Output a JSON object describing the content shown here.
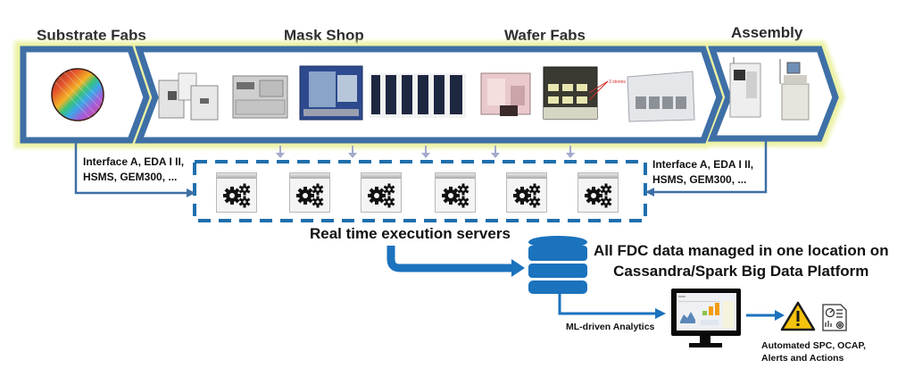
{
  "stages": [
    {
      "id": "substrate-fabs",
      "label": "Substrate Fabs",
      "equipment": [
        "wafer"
      ]
    },
    {
      "id": "mask-shop",
      "label": "Mask Shop",
      "equipment": [
        "litho-cluster",
        "mask-writer",
        "mask-inspection-tool",
        "stocker-racks"
      ]
    },
    {
      "id": "wafer-fabs",
      "label": "Wafer Fabs",
      "equipment": [
        "pink-process-tool",
        "3-stories-stacked-tool",
        "furnace-tool"
      ]
    },
    {
      "id": "assembly",
      "label": "Assembly",
      "equipment": [
        "die-bonder",
        "wire-bonder"
      ]
    }
  ],
  "annotations": {
    "stacked_tool_note": "3 stories"
  },
  "interfaces": {
    "left": {
      "line1": "Interface A, EDA I II,",
      "line2": "HSMS, GEM300, ..."
    },
    "right": {
      "line1": "Interface A, EDA I II,",
      "line2": "HSMS, GEM300, ..."
    }
  },
  "servers": {
    "label": "Real time execution servers",
    "count": 6,
    "icon": "gears-icon"
  },
  "database": {
    "icon": "database-icon",
    "title_line1": "All FDC data managed in one location on",
    "title_line2": "Cassandra/Spark Big Data Platform"
  },
  "analytics": {
    "label": "ML-driven Analytics",
    "icon": "monitor-dashboard-icon"
  },
  "actions": {
    "icons": [
      "warning-icon",
      "report-settings-icon"
    ],
    "line1": "Automated SPC, OCAP,",
    "line2": "Alerts and Actions"
  },
  "colors": {
    "chevron_blue": "#3e6fa6",
    "glow_yellow": "#eef3b8",
    "dash_blue": "#1f6fad",
    "db_blue": "#1b72bd",
    "down_arrow_lavender": "#a3a9cc",
    "warning_yellow": "#f4c20d"
  }
}
